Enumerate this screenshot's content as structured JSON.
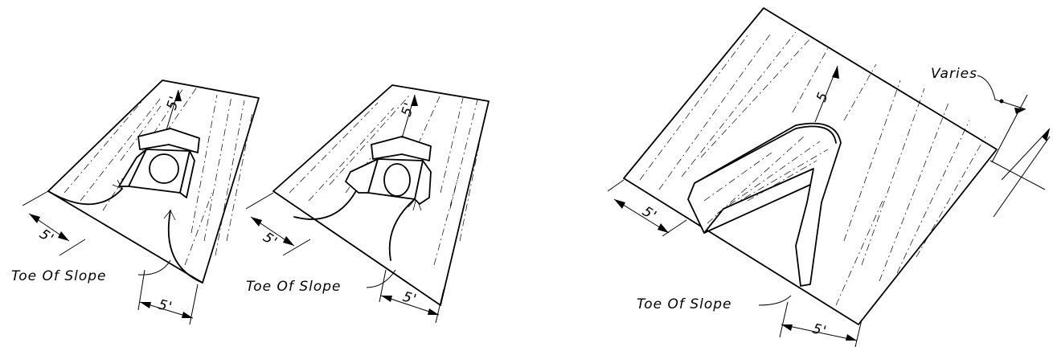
{
  "labels": {
    "toe_of_slope": "Toe Of Slope",
    "five_ft": "5'",
    "five": "5",
    "varies": "Varies"
  }
}
